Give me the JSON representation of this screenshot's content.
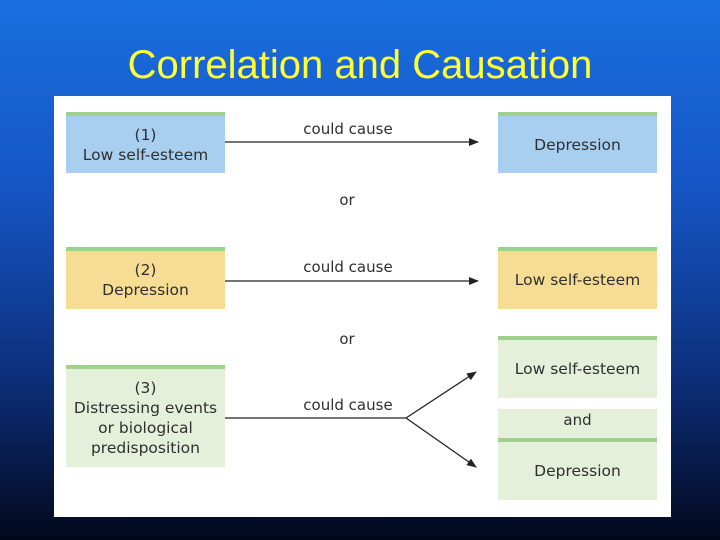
{
  "title": "Correlation and Causation",
  "diagram": {
    "row1": {
      "cause_num": "(1)",
      "cause_label": "Low self-esteem",
      "edge_label": "could cause",
      "effect_label": "Depression"
    },
    "connector1": "or",
    "row2": {
      "cause_num": "(2)",
      "cause_label": "Depression",
      "edge_label": "could cause",
      "effect_label": "Low self-esteem"
    },
    "connector2": "or",
    "row3": {
      "cause_num": "(3)",
      "cause_lines": [
        "Distressing events",
        "or biological",
        "predisposition"
      ],
      "edge_label": "could cause",
      "effect_top": "Low self-esteem",
      "and_label": "and",
      "effect_bottom": "Depression"
    }
  },
  "colors": {
    "blue": "#a9cff0",
    "yellow": "#f7dd93",
    "green": "#e5f0da",
    "accent_bar": "#9fd08d",
    "title": "#ffff33"
  }
}
